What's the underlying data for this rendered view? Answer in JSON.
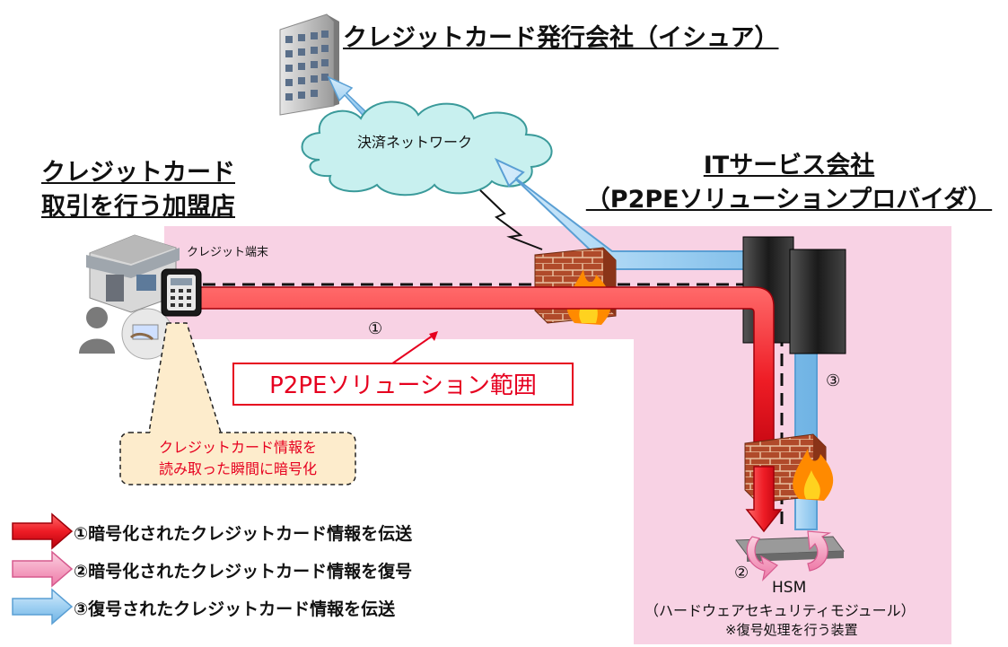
{
  "issuer_label": "クレジットカード発行会社（イシュア）",
  "network_label": "決済ネットワーク",
  "merchant_label": [
    "クレジットカード",
    "取引を行う加盟店"
  ],
  "it_service_label": [
    "ITサービス会社",
    "（P2PEソリューションプロバイダ）"
  ],
  "terminal_label": "クレジット端末",
  "scope_label": "P2PEソリューション範囲",
  "note_lines": [
    "クレジットカード情報を",
    "読み取った瞬間に暗号化"
  ],
  "step_labels": [
    "①",
    "②",
    "③"
  ],
  "hsm": {
    "title": "HSM",
    "subtitle": "（ハードウェアセキュリティモジュール）",
    "note": "※復号処理を行う装置"
  },
  "legend": [
    {
      "text": "①暗号化されたクレジットカード情報を伝送",
      "color": "#ee1c25"
    },
    {
      "text": "②暗号化されたクレジットカード情報を復号",
      "color": "#f49ab8"
    },
    {
      "text": "③復号されたクレジットカード情報を伝送",
      "color": "#8dc6ee"
    }
  ],
  "colors": {
    "scope_bg": "#f8d2e4",
    "encrypted": "#ee1c25",
    "decrypt": "#f49ab8",
    "decrypted": "#8dc6ee",
    "cloud": "#c8f0ef"
  }
}
